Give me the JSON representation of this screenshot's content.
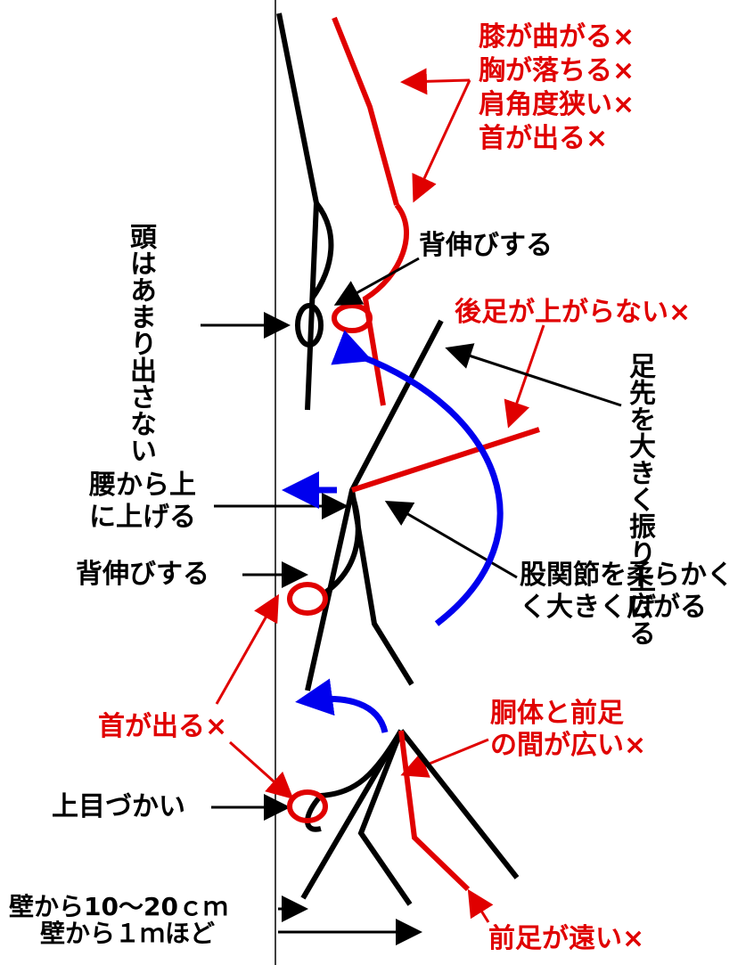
{
  "colors": {
    "error": "#e00000",
    "movement": "#0000ee",
    "body": "#000000"
  },
  "labels": {
    "top_errors": [
      "膝が曲がる×",
      "胸が落ちる×",
      "肩角度狭い×",
      "首が出る×"
    ],
    "stretch_top": "背伸びする",
    "head_note": [
      "頭はあまり",
      "出さない"
    ],
    "rear_leg_error": "後足が上がらない×",
    "swing_note": [
      "足先を大きく",
      "振り上げる"
    ],
    "hip_up": [
      "腰から上",
      "に上げる"
    ],
    "stretch_mid": "背伸びする",
    "hip_joint": [
      "股関節を柔らかく",
      "く大きく広がる"
    ],
    "neck_error": "首が出る×",
    "gap_error": [
      "胴体と前足",
      "の間が広い×"
    ],
    "upward_gaze": "上目づかい",
    "wall_near": "壁から10～20ｃｍ",
    "wall_far": "壁から１ｍほど",
    "front_leg_error": "前足が遠い×"
  }
}
